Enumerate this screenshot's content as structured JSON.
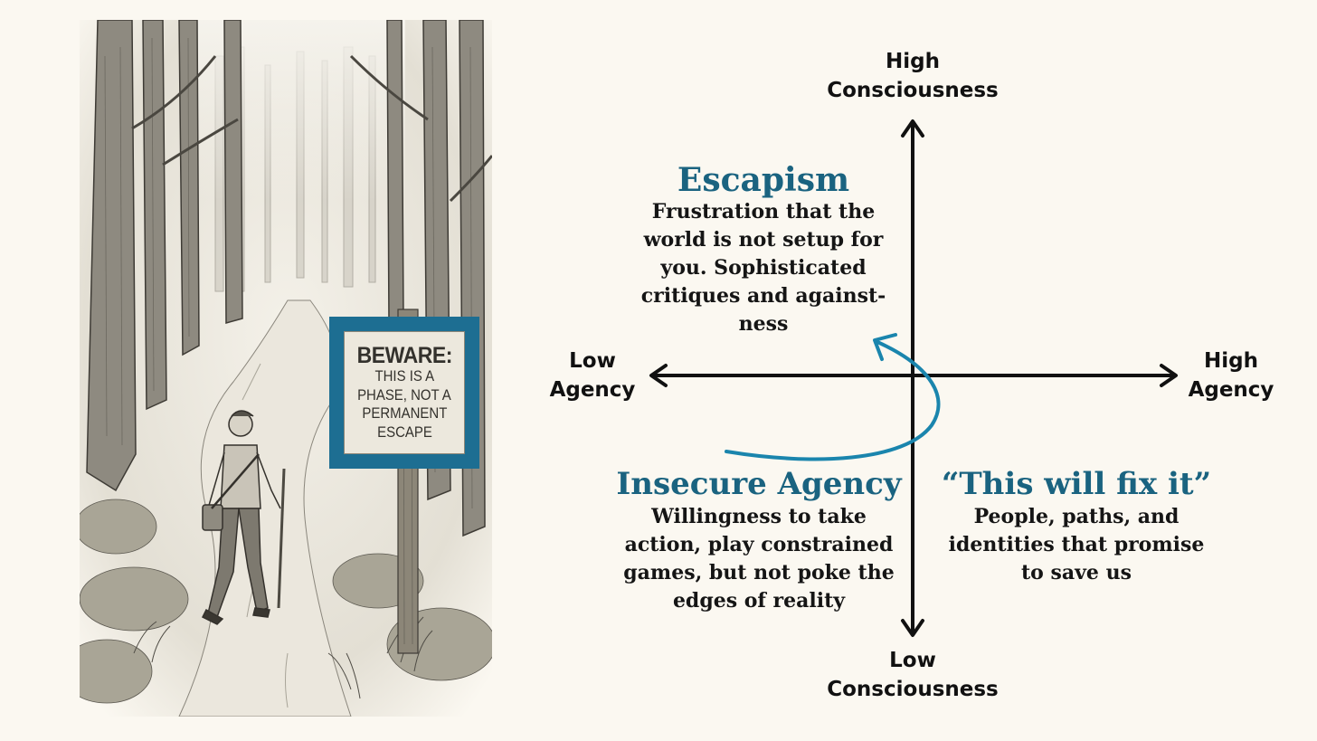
{
  "sign": {
    "title": "BEWARE:",
    "lines": [
      "THIS IS A",
      "PHASE, NOT A",
      "PERMANENT",
      "ESCAPE"
    ]
  },
  "axes": {
    "top": [
      "High",
      "Consciousness"
    ],
    "bottom": [
      "Low",
      "Consciousness"
    ],
    "left": [
      "Low",
      "Agency"
    ],
    "right": [
      "High",
      "Agency"
    ]
  },
  "quadrants": {
    "escapism": {
      "title": "Escapism",
      "lines": [
        "Frustration that the",
        "world is not setup for",
        "you. Sophisticated",
        "critiques and against-",
        "ness"
      ]
    },
    "insecure": {
      "title": "Insecure Agency",
      "lines": [
        "Willingness to take",
        "action, play constrained",
        "games, but not poke the",
        "edges of reality"
      ]
    },
    "fix": {
      "title": "“This will fix it”",
      "lines": [
        "People, paths, and",
        "identities that promise",
        "to save us"
      ]
    }
  },
  "colors": {
    "accent": "#1a6380",
    "arrow": "#1a85ad",
    "sign_frame": "#1d6e92",
    "background": "#fbf8f1"
  }
}
